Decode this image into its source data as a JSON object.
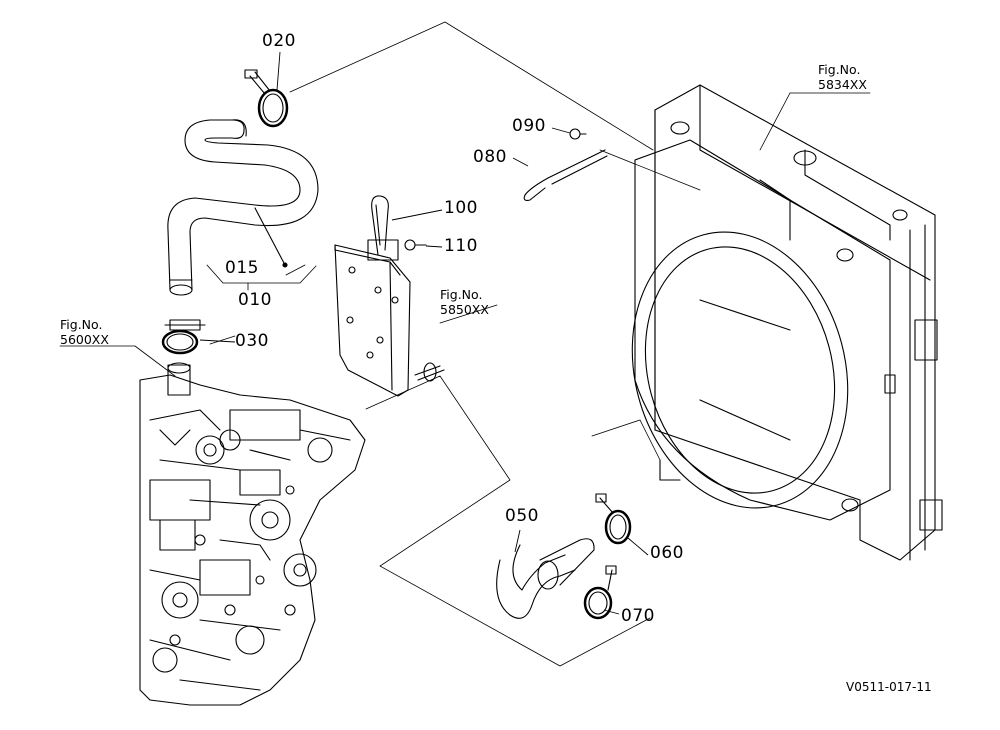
{
  "callouts": {
    "p020": "020",
    "p015": "015",
    "p010": "010",
    "p030": "030",
    "p090": "090",
    "p080": "080",
    "p100": "100",
    "p110": "110",
    "p050": "050",
    "p060": "060",
    "p070": "070"
  },
  "fig_refs": {
    "radiator": {
      "line1": "Fig.No.",
      "line2": "5834XX"
    },
    "bracket": {
      "line1": "Fig.No.",
      "line2": "5850XX"
    },
    "engine": {
      "line1": "Fig.No.",
      "line2": "5600XX"
    }
  },
  "drawing_code": "V0511-017-11",
  "colors": {
    "line": "#000000",
    "background": "#ffffff"
  }
}
